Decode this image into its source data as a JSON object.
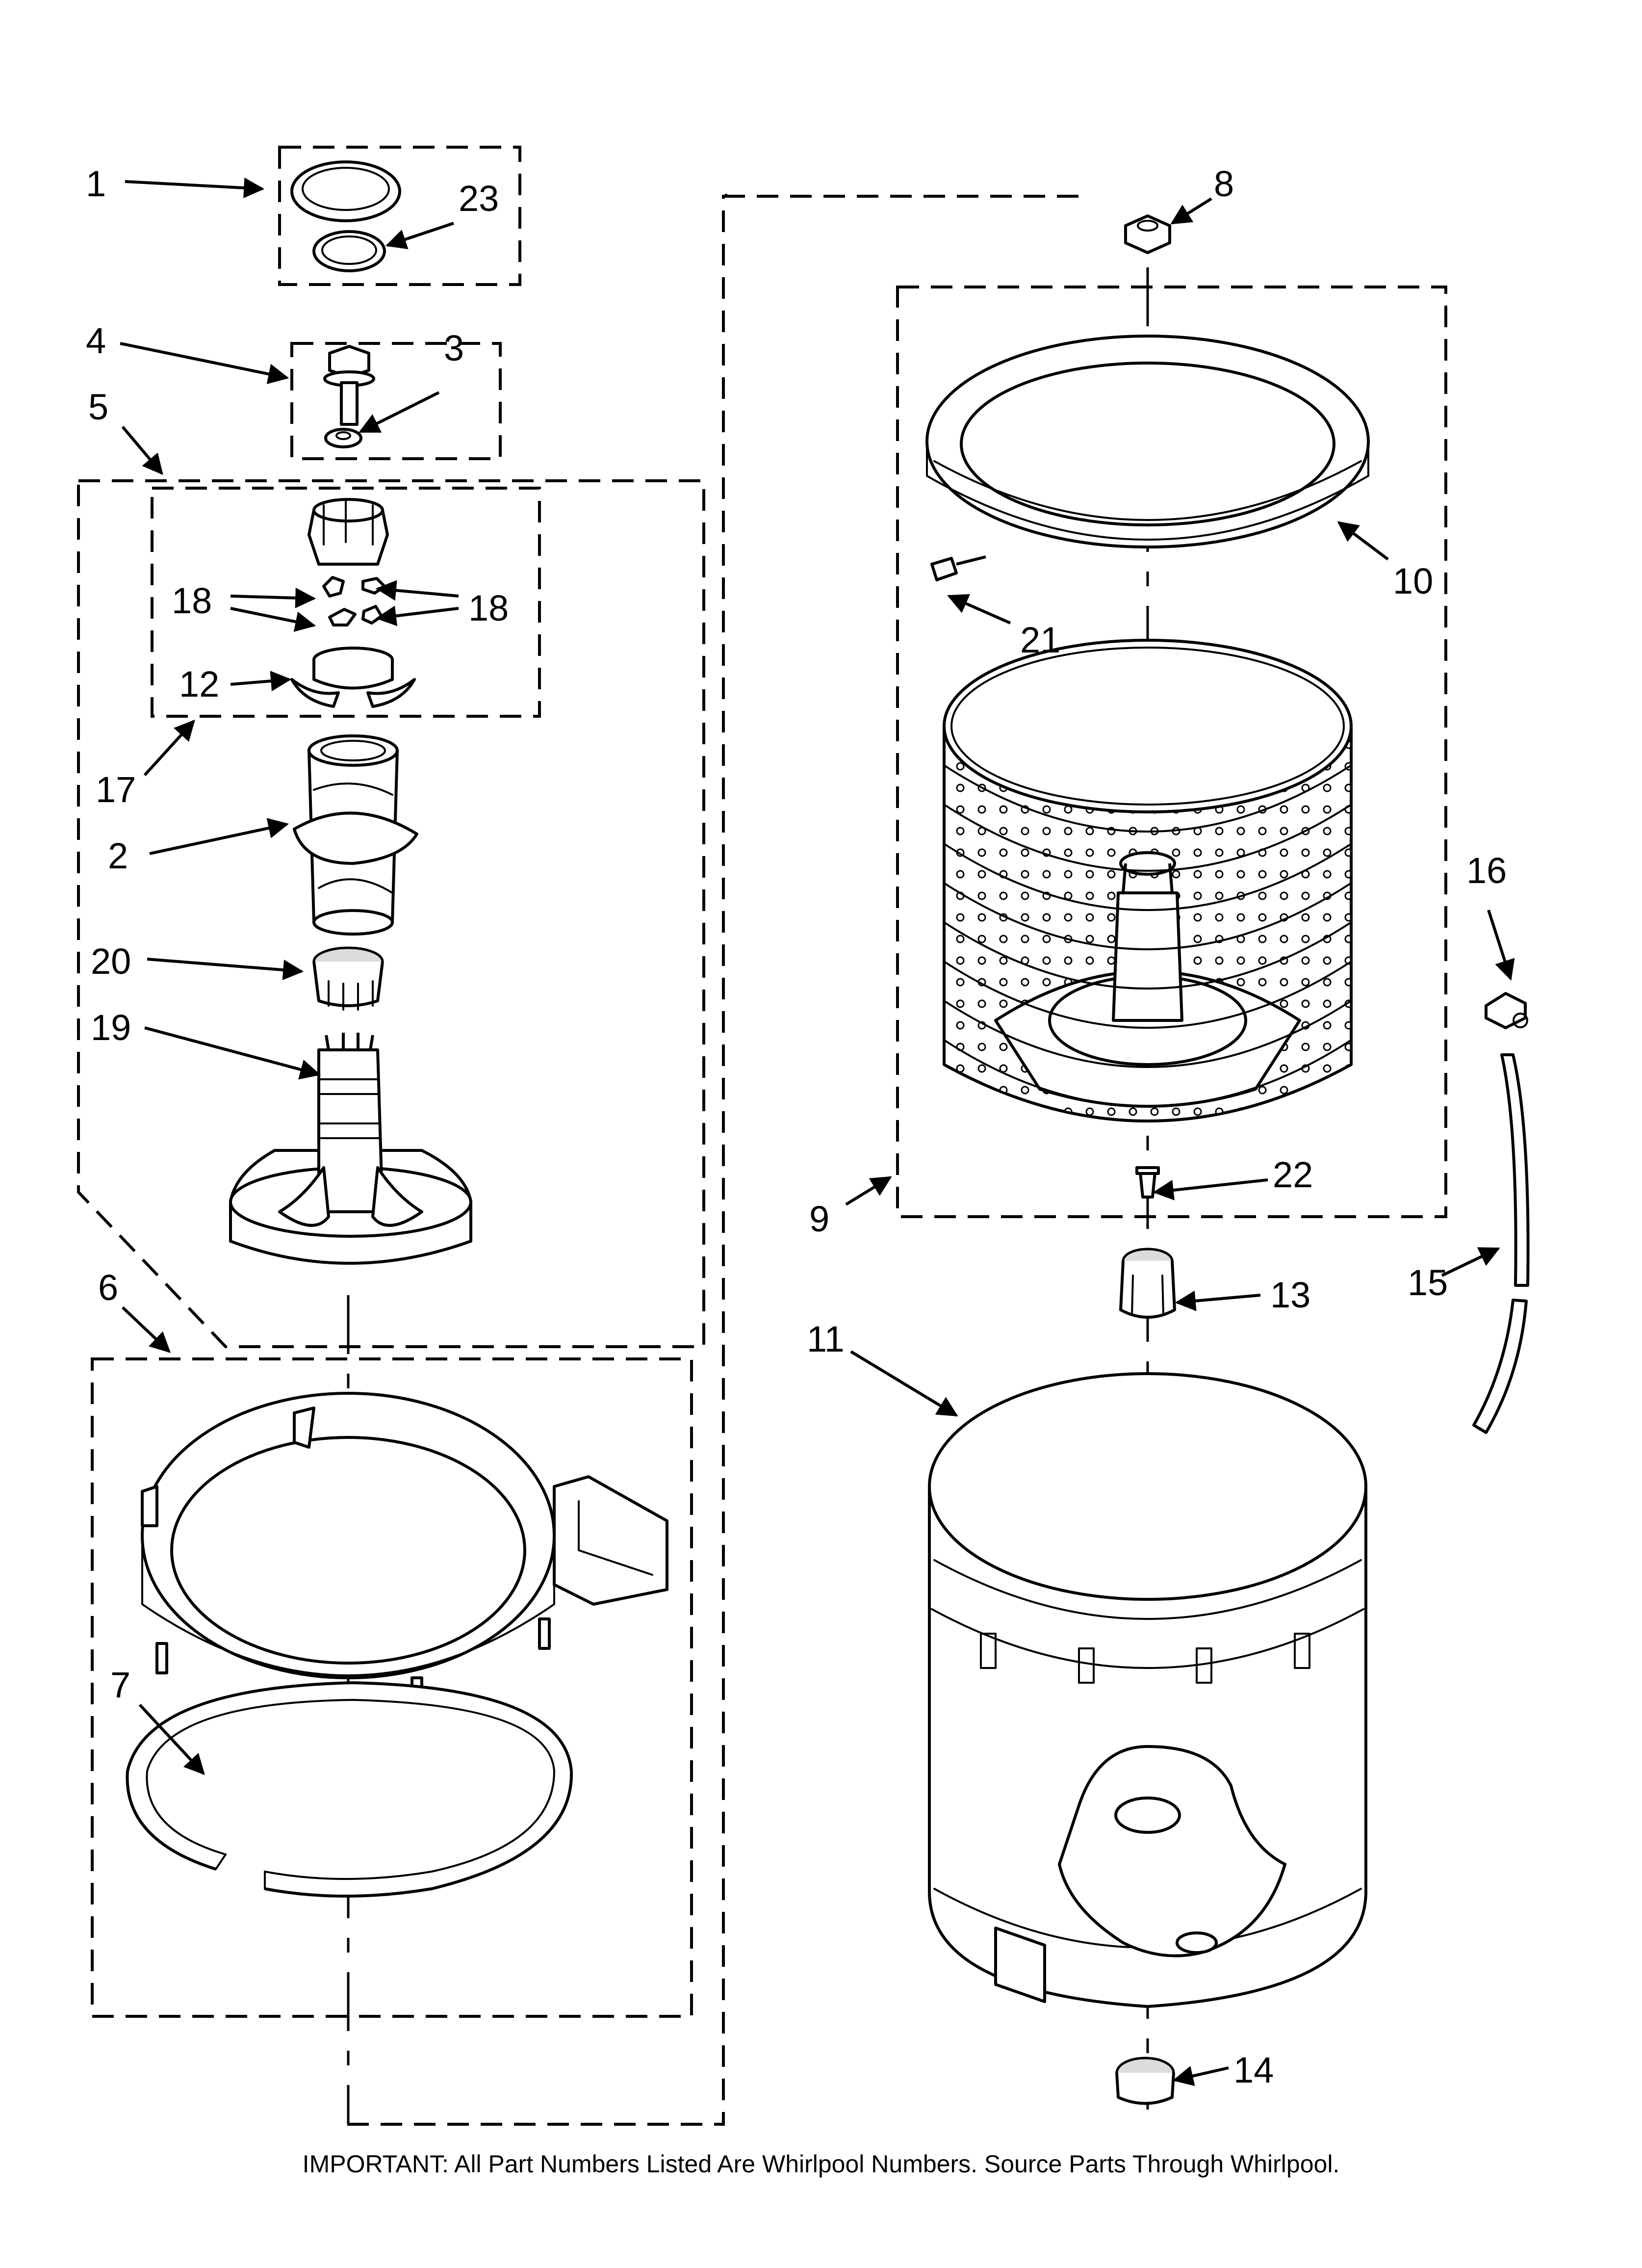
{
  "labels": {
    "p1": "1",
    "p2": "2",
    "p3": "3",
    "p4": "4",
    "p5": "5",
    "p6": "6",
    "p7": "7",
    "p8": "8",
    "p9": "9",
    "p10": "10",
    "p11": "11",
    "p12a": "12",
    "p12b": "12",
    "p13": "13",
    "p14": "14",
    "p15": "15",
    "p16": "16",
    "p17": "17",
    "p18a": "18",
    "p18b": "18",
    "p19": "19",
    "p20": "20",
    "p21": "21",
    "p22": "22",
    "p23": "23"
  },
  "footer": "IMPORTANT: All Part Numbers Listed Are Whirlpool Numbers. Source Parts Through Whirlpool."
}
